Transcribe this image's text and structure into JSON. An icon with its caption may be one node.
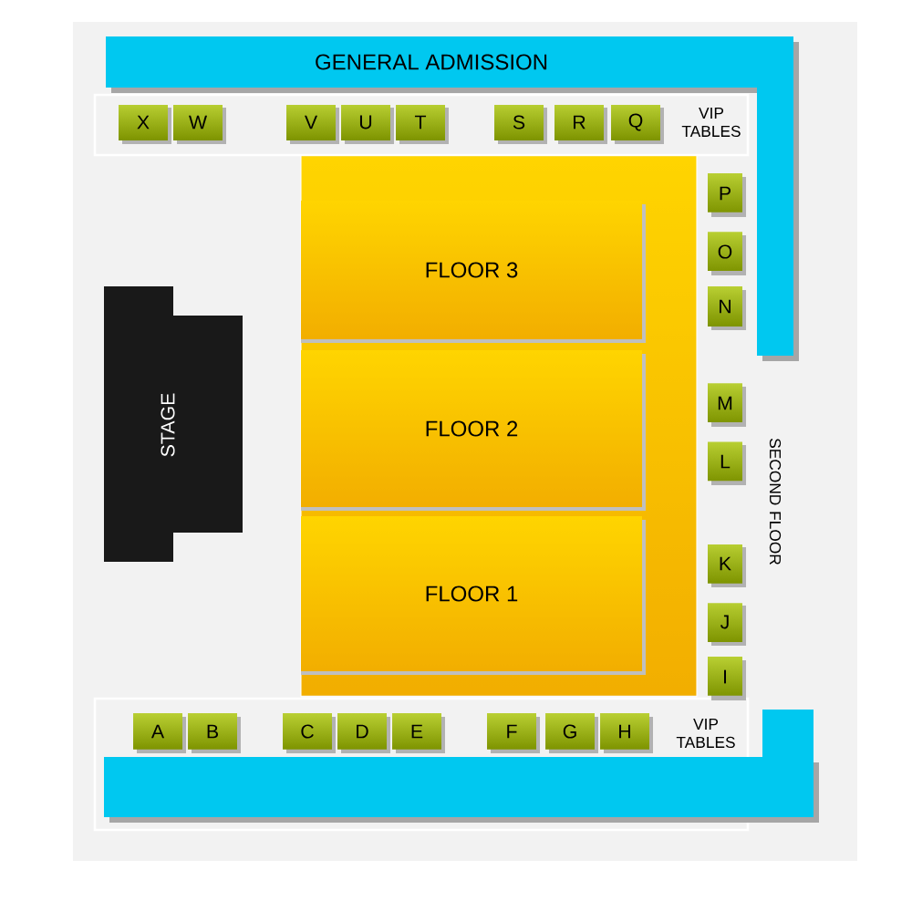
{
  "diagram": {
    "nodes": [
      {
        "text": [
          "GENERAL ADMISSION"
        ]
      },
      {
        "text": [
          "X"
        ]
      },
      {
        "text": [
          "W"
        ]
      },
      {
        "text": [
          "V"
        ]
      },
      {
        "text": [
          "U"
        ]
      },
      {
        "text": [
          "T"
        ]
      },
      {
        "text": [
          "S"
        ]
      },
      {
        "text": [
          "R"
        ]
      },
      {
        "text": [
          "Q"
        ]
      },
      {
        "text": [],
        "shape": "box"
      },
      {
        "text": [
          "FLOOR 3"
        ],
        "in": 9
      },
      {
        "text": [
          "FLOOR 2"
        ],
        "in": 9
      },
      {
        "text": [
          "FLOOR 1"
        ],
        "in": 9
      },
      {
        "text": [
          "STAGE"
        ]
      },
      {
        "text": [
          "P"
        ]
      },
      {
        "text": [
          "O"
        ]
      },
      {
        "text": [
          "N"
        ]
      },
      {
        "text": [
          "M"
        ]
      },
      {
        "text": [
          "L"
        ]
      },
      {
        "text": [
          "K"
        ]
      },
      {
        "text": [
          "J"
        ]
      },
      {
        "text": [
          "I"
        ]
      },
      {
        "text": [
          "A"
        ]
      },
      {
        "text": [
          "B"
        ]
      },
      {
        "text": [
          "C"
        ]
      },
      {
        "text": [
          "D"
        ]
      },
      {
        "text": [
          "E"
        ]
      },
      {
        "text": [
          "F"
        ]
      },
      {
        "text": [
          "G"
        ]
      },
      {
        "text": [
          "H"
        ]
      },
      {
        "text": [],
        "shape": "box"
      }
    ],
    "labels": [
      "VIP TABLES",
      "SECOND FLOOR",
      "VIP TABLES"
    ]
  }
}
